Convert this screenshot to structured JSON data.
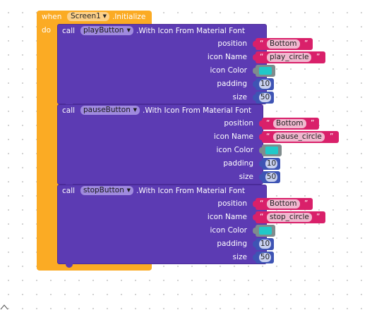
{
  "event": {
    "when_label": "when",
    "component": "Screen1",
    "event_name": ".Initialize",
    "do_label": "do"
  },
  "colors": {
    "event": "#fbab24",
    "procedure": "#5c3bb3",
    "text_block": "#d9206a",
    "color_block": "#7f8c8d",
    "number_block": "#3e54b4",
    "icon_color_swatch": "#22c8c8"
  },
  "calls": [
    {
      "call_label": "call",
      "component": "playButton",
      "method": ".With Icon From Material Font",
      "params": {
        "position_label": "position",
        "position_value": "Bottom",
        "icon_name_label": "icon Name",
        "icon_name_value": "play_circle",
        "icon_color_label": "icon Color",
        "padding_label": "padding",
        "padding_value": "10",
        "size_label": "size",
        "size_value": "50"
      }
    },
    {
      "call_label": "call",
      "component": "pauseButton",
      "method": ".With Icon From Material Font",
      "params": {
        "position_label": "position",
        "position_value": "Bottom",
        "icon_name_label": "icon Name",
        "icon_name_value": "pause_circle",
        "icon_color_label": "icon Color",
        "padding_label": "padding",
        "padding_value": "10",
        "size_label": "size",
        "size_value": "50"
      }
    },
    {
      "call_label": "call",
      "component": "stopButton",
      "method": ".With Icon From Material Font",
      "params": {
        "position_label": "position",
        "position_value": "Bottom",
        "icon_name_label": "icon Name",
        "icon_name_value": "stop_circle",
        "icon_color_label": "icon Color",
        "padding_label": "padding",
        "padding_value": "10",
        "size_label": "size",
        "size_value": "50"
      }
    }
  ],
  "quote_open": "“",
  "quote_close": "”",
  "dropdown_arrow": "▼",
  "corner_icon": "chevron-up-icon"
}
